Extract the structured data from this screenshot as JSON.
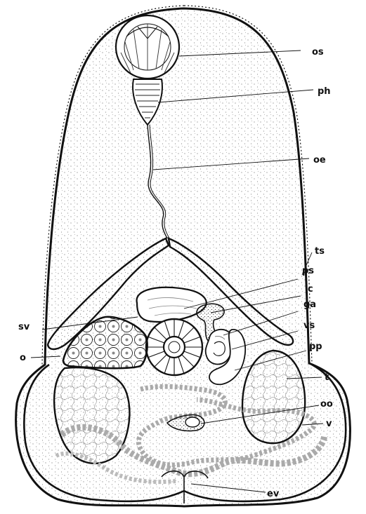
{
  "labels": {
    "os": "os",
    "ph": "ph",
    "oe": "oe",
    "ts": "ts",
    "ps": "ps",
    "c": "c",
    "ga": "ga",
    "sv": "sv",
    "vs": "vs",
    "o": "o",
    "pp": "pp",
    "t": "t",
    "oo": "oo",
    "v": "v",
    "ev": "ev"
  },
  "colors": {
    "ink": "#111111",
    "fill": "#ffffff"
  }
}
